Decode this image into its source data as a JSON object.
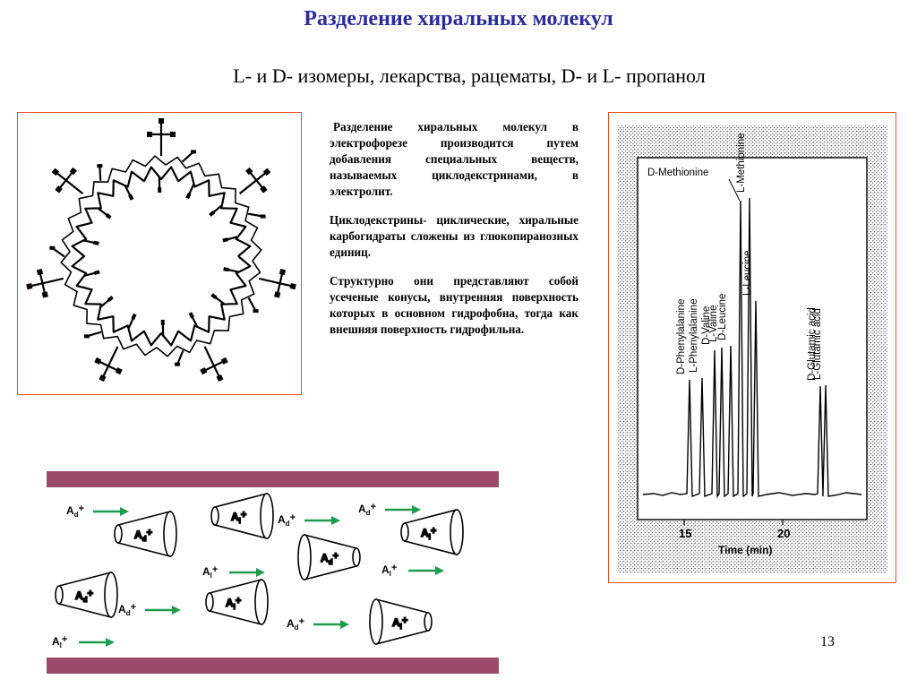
{
  "slide": {
    "title": "Разделение хиральных молекул",
    "subtitle": "L- и  D- изомеры, лекарства, рацематы, D- и  L- пропанол",
    "page_number": "13",
    "paragraphs": [
      "Разделение хиральных молекул в электрофорезе производится путем добавления специальных веществ, называемых циклодекстринами, в электролит.",
      "Циклодекстрины- циклические, хиральные карбогидраты сложены из глюкопиранозных единиц.",
      "Структурно они представляют собой усеченые конусы, внутренняя поверхность которых в основном гидрофобна, тогда как внешняя поверхность гидрофильна."
    ]
  },
  "chromatogram": {
    "peaks": [
      {
        "label": "D-Phenylalanine"
      },
      {
        "label": "L-Phenylalanine"
      },
      {
        "label": "D-Valine"
      },
      {
        "label": "L-Valine"
      },
      {
        "label": "D-Leucine"
      },
      {
        "label": "D-Methionine"
      },
      {
        "label": "L-Methionine"
      },
      {
        "label": "L-Leucine"
      },
      {
        "label": "D-Glutamic acid"
      },
      {
        "label": "L-Glutamic acid"
      }
    ],
    "x_ticks": [
      "15",
      "20"
    ],
    "x_axis_label": "Time (min)"
  },
  "separation_diagram": {
    "free_ions": [
      {
        "base": "A",
        "sub": "d",
        "charge": "+"
      },
      {
        "base": "A",
        "sub": "d",
        "charge": "+"
      },
      {
        "base": "A",
        "sub": "d",
        "charge": "+"
      },
      {
        "base": "A",
        "sub": "l",
        "charge": "+"
      },
      {
        "base": "A",
        "sub": "l",
        "charge": "+"
      },
      {
        "base": "A",
        "sub": "d",
        "charge": "+"
      },
      {
        "base": "A",
        "sub": "d",
        "charge": "+"
      },
      {
        "base": "A",
        "sub": "l",
        "charge": "+"
      }
    ],
    "cone_ions": [
      {
        "base": "A",
        "sub": "d",
        "charge": "+"
      },
      {
        "base": "A",
        "sub": "l",
        "charge": "+"
      },
      {
        "base": "A",
        "sub": "d",
        "charge": "+"
      },
      {
        "base": "A",
        "sub": "l",
        "charge": "+"
      },
      {
        "base": "A",
        "sub": "d",
        "charge": "+"
      },
      {
        "base": "A",
        "sub": "l",
        "charge": "+"
      },
      {
        "base": "A",
        "sub": "l",
        "charge": "+"
      }
    ],
    "colors": {
      "capillary_wall": "#9b4a6c",
      "arrow": "#1f9a4f"
    }
  }
}
